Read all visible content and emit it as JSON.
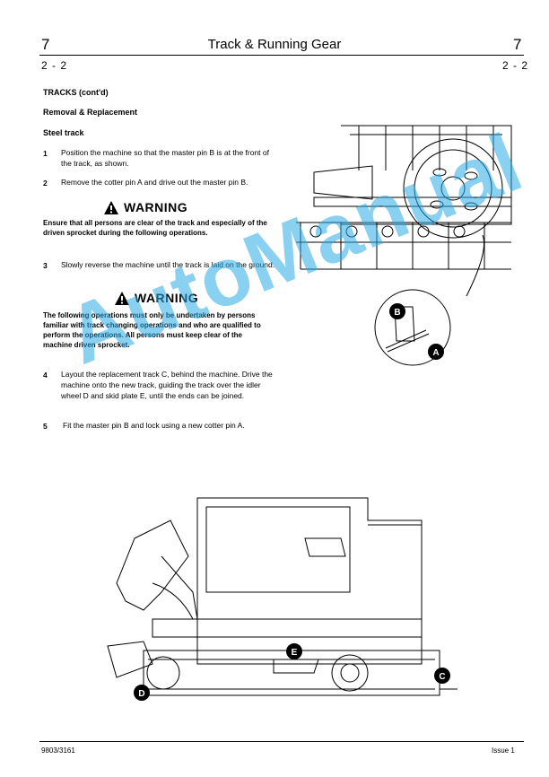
{
  "header": {
    "section_left": "7",
    "title": "Track & Running Gear",
    "section_right": "7",
    "page_left": "2 - 2",
    "page_right": "2 - 2"
  },
  "content": {
    "heading": "TRACKS (cont'd)",
    "subheading": "Removal & Replacement",
    "subsub": "Steel track",
    "steps": [
      {
        "num": "1",
        "text": "Position the machine so that the master pin B is at the front of the track, as shown."
      },
      {
        "num": "2",
        "text": "Remove the cotter pin A and drive out the master pin B."
      },
      {
        "num": "3",
        "text": "Slowly reverse the machine until the track is laid on the ground."
      },
      {
        "num": "4",
        "text": "Layout the replacement track C, behind the machine. Drive the machine onto the new track, guiding the track over the idler wheel D and skid plate E, until the ends can be joined."
      },
      {
        "num": "5",
        "text": "Fit the master pin B and lock using a new cotter pin A."
      }
    ],
    "warning1": {
      "title": "WARNING",
      "text": "Ensure that all persons are clear of the track and especially of the driven sprocket during the following operations."
    },
    "warning2": {
      "title": "WARNING",
      "text": "The following operations must only be undertaken by persons familiar with track changing operations and who are qualified to perform the operations. All persons must keep clear of the machine driven sprocket."
    }
  },
  "callouts": {
    "a": "A",
    "b": "B",
    "c": "C",
    "d": "D",
    "e": "E"
  },
  "watermark": "AutoManual",
  "footer": {
    "left": "9803/3161",
    "right": "Issue 1"
  },
  "colors": {
    "watermark": "#28aae6",
    "ink": "#000000"
  }
}
